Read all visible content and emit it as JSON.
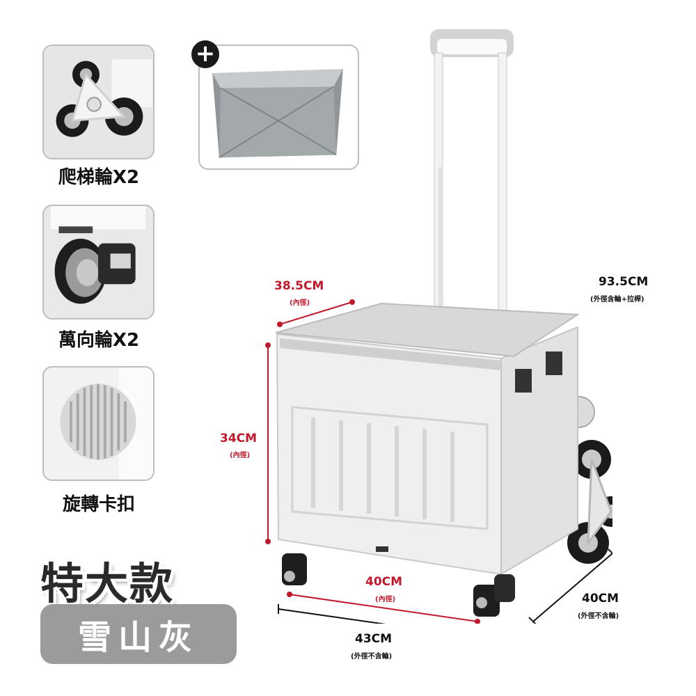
{
  "features": [
    {
      "label": "爬梯輪X2",
      "icon": "stair-climbing-wheel-icon"
    },
    {
      "label": "萬向輪X2",
      "icon": "swivel-caster-icon"
    },
    {
      "label": "旋轉卡扣",
      "icon": "rotating-clasp-icon"
    }
  ],
  "accessory": {
    "symbol": "+",
    "icon": "storage-liner-bag-icon"
  },
  "badge": {
    "title": "特大款",
    "color_name": "雪山灰",
    "color": "#9b9b9b"
  },
  "dimensions": {
    "lid_inner": {
      "value": "38.5CM",
      "note": "(內徑)"
    },
    "height_inner": {
      "value": "34CM",
      "note": "(內徑)"
    },
    "base_inner": {
      "value": "40CM",
      "note": "(內徑)"
    },
    "width_outer": {
      "value": "43CM",
      "note": "(外徑不含輪)"
    },
    "depth_outer": {
      "value": "40CM",
      "note": "(外徑不含輪)"
    },
    "total_height": {
      "value": "93.5CM",
      "note": "(外徑含輪+拉桿)"
    }
  },
  "colors": {
    "accent_red": "#c0182a",
    "dimension_line": "#111111",
    "cart_body": "#f0f0f0",
    "lid": "#d9d9d9"
  }
}
